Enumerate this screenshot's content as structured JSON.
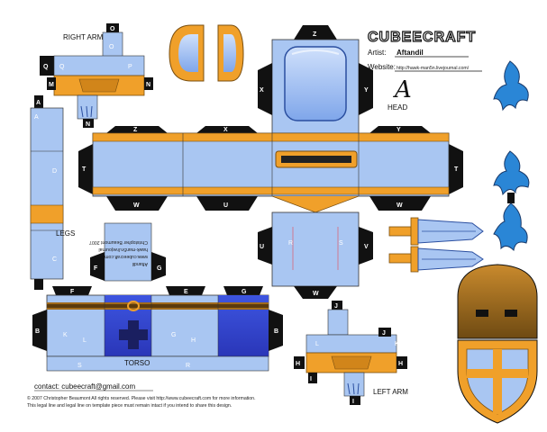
{
  "brand": "CUBEECRAFT",
  "artist_label": "Artist:",
  "artist_value": "Aftandil",
  "website_label": "Website:",
  "website_value": "http://hawk-man5n.livejournal.com/",
  "signature": "A",
  "part_labels": {
    "right_arm": "RIGHT ARM",
    "head": "HEAD",
    "legs": "LEGS",
    "torso": "TORSO",
    "left_arm": "LEFT ARM"
  },
  "tabs": {
    "z": "Z",
    "x": "X",
    "y": "Y",
    "t": "T",
    "w": "W",
    "u": "U",
    "v": "V",
    "r": "R",
    "s": "S",
    "o": "O",
    "q": "Q",
    "p": "P",
    "m": "M",
    "n": "N",
    "a": "A",
    "b": "B",
    "c": "C",
    "d": "D",
    "e": "E",
    "f": "F",
    "g": "G",
    "h": "H",
    "i": "I",
    "j": "J",
    "k": "K",
    "l": "L"
  },
  "torso_panel_text": [
    "Aftandil",
    "www.cubeecraft.com",
    "hawk-man5n.livejournal",
    "Christopher Beaumont 2007"
  ],
  "contact": "contact: cubeecraft@gmail.com",
  "copyright_line1": "© 2007 Christopher Beaumont All rights reserved. Please visit http://www.cubeecraft.com for more information.",
  "copyright_line2": "This legal line and legal line on template piece must remain intact if you intend to share this design.",
  "colors": {
    "light_blue": "#a9c6f2",
    "mid_blue": "#7fa6ea",
    "dark_blue": "#3b4fd6",
    "orange": "#f0a02a",
    "bronze": "#a06a1c",
    "tab_black": "#111111"
  }
}
